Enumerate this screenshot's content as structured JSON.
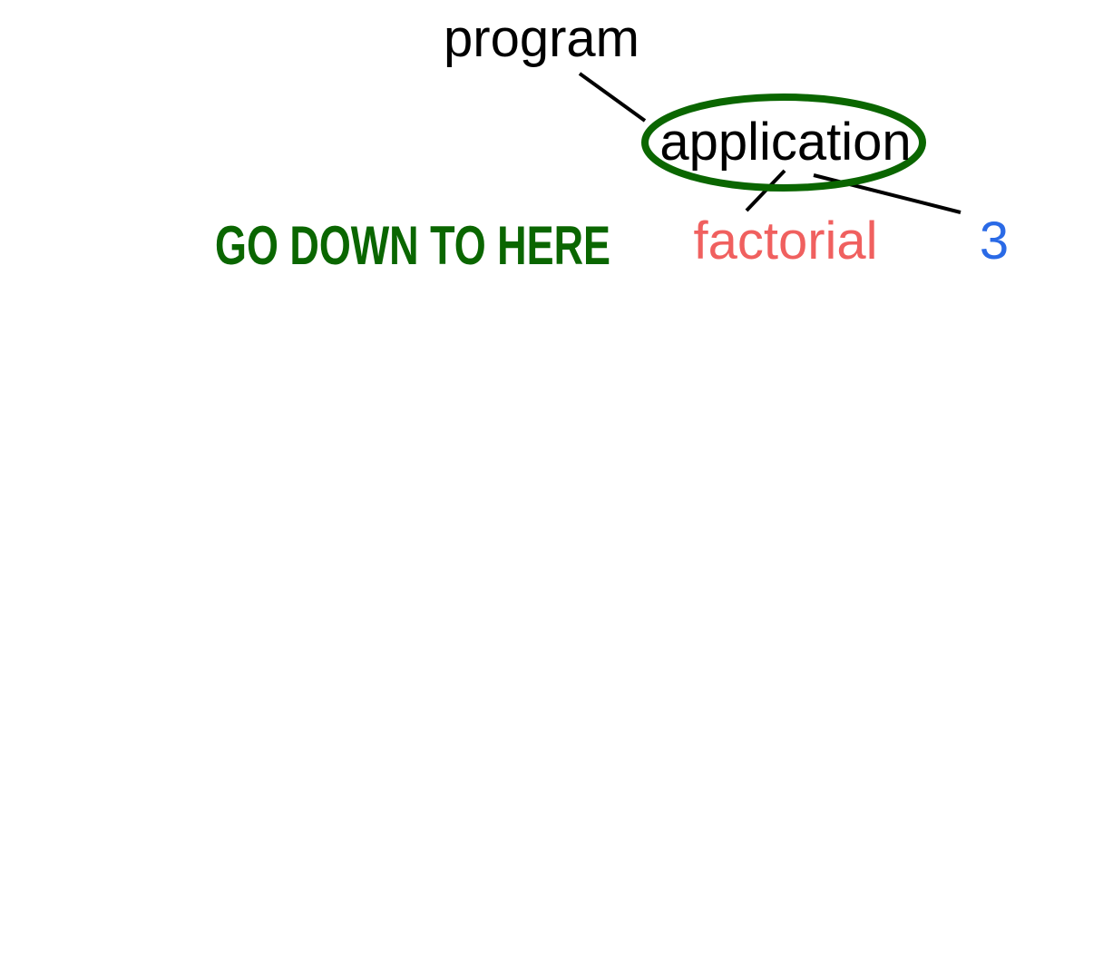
{
  "tree": {
    "root": {
      "label": "program",
      "color": "#000000"
    },
    "application": {
      "label": "application",
      "color": "#000000",
      "highlight_color": "#0a6600"
    },
    "function": {
      "label": "factorial",
      "color": "#f0605f"
    },
    "argument": {
      "label": "3",
      "color": "#2a6ae6"
    }
  },
  "annotation": {
    "text": "GO DOWN TO HERE",
    "color": "#0a6600"
  }
}
